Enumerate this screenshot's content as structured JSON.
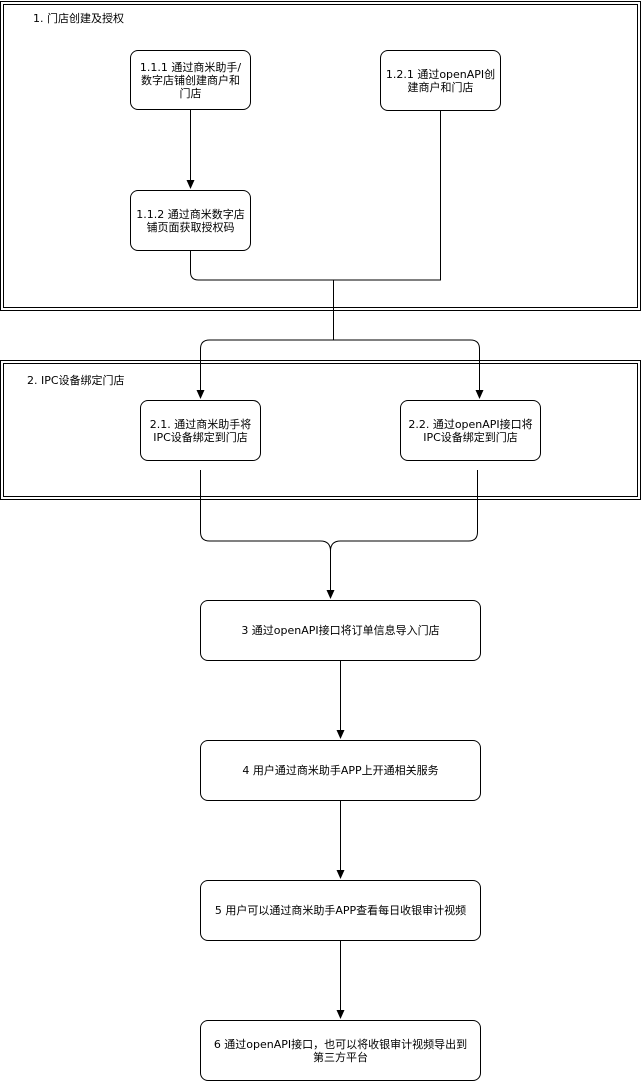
{
  "groups": {
    "store_auth": {
      "label": "1. 门店创建及授权"
    },
    "ipc_binding": {
      "label": "2. IPC设备绑定门店"
    }
  },
  "nodes": {
    "step_1_1_1": {
      "text": "1.1.1 通过商米助手/\n数字店铺创建商户和\n门店"
    },
    "step_1_2_1": {
      "text": "1.2.1 通过openAPI创\n建商户和门店"
    },
    "step_1_1_2": {
      "text": "1.1.2 通过商米数字店\n铺页面获取授权码"
    },
    "step_2_1": {
      "text": "2.1. 通过商米助手将\nIPC设备绑定到门店"
    },
    "step_2_2": {
      "text": "2.2. 通过openAPI接口将\nIPC设备绑定到门店"
    },
    "step_3": {
      "text": "3 通过openAPI接口将订单信息导入门店"
    },
    "step_4": {
      "text": "4 用户通过商米助手APP上开通相关服务"
    },
    "step_5": {
      "text": "5 用户可以通过商米助手APP查看每日收银审计视频"
    },
    "step_6": {
      "text": "6 通过openAPI接口，也可以将收银审计视频导出到\n第三方平台"
    }
  }
}
